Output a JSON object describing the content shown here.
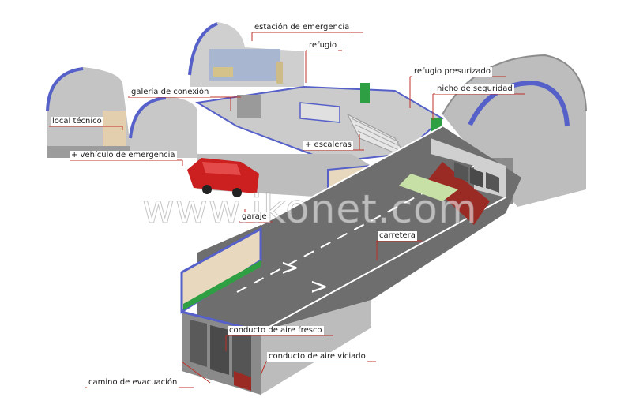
{
  "labels": {
    "estacion": "estación de emergencia",
    "refugio": "refugio",
    "refugio_presurizado": "refugio presurizado",
    "nicho": "nicho de seguridad",
    "galeria": "galería de conexión",
    "local": "local técnico",
    "escaleras": "+ escaleras",
    "vehiculo": "+ vehículo de emergencia",
    "garaje": "garaje",
    "carretera": "carretera",
    "aire_fresco": "conducto de aire fresco",
    "aire_viciado": "conducto de aire viciado",
    "camino": "camino de evacuación"
  },
  "watermark": "www.ikonet.com",
  "colors": {
    "leader": "#c0302a",
    "outline": "#5560c8",
    "road": "#6e6e6e",
    "wall": "#c9c9c9",
    "floor": "#b4b4b4",
    "green": "#2ea043",
    "truck": "#cc1f1f"
  },
  "icons": [
    "emergency-vehicle-icon",
    "exit-door-icon"
  ]
}
